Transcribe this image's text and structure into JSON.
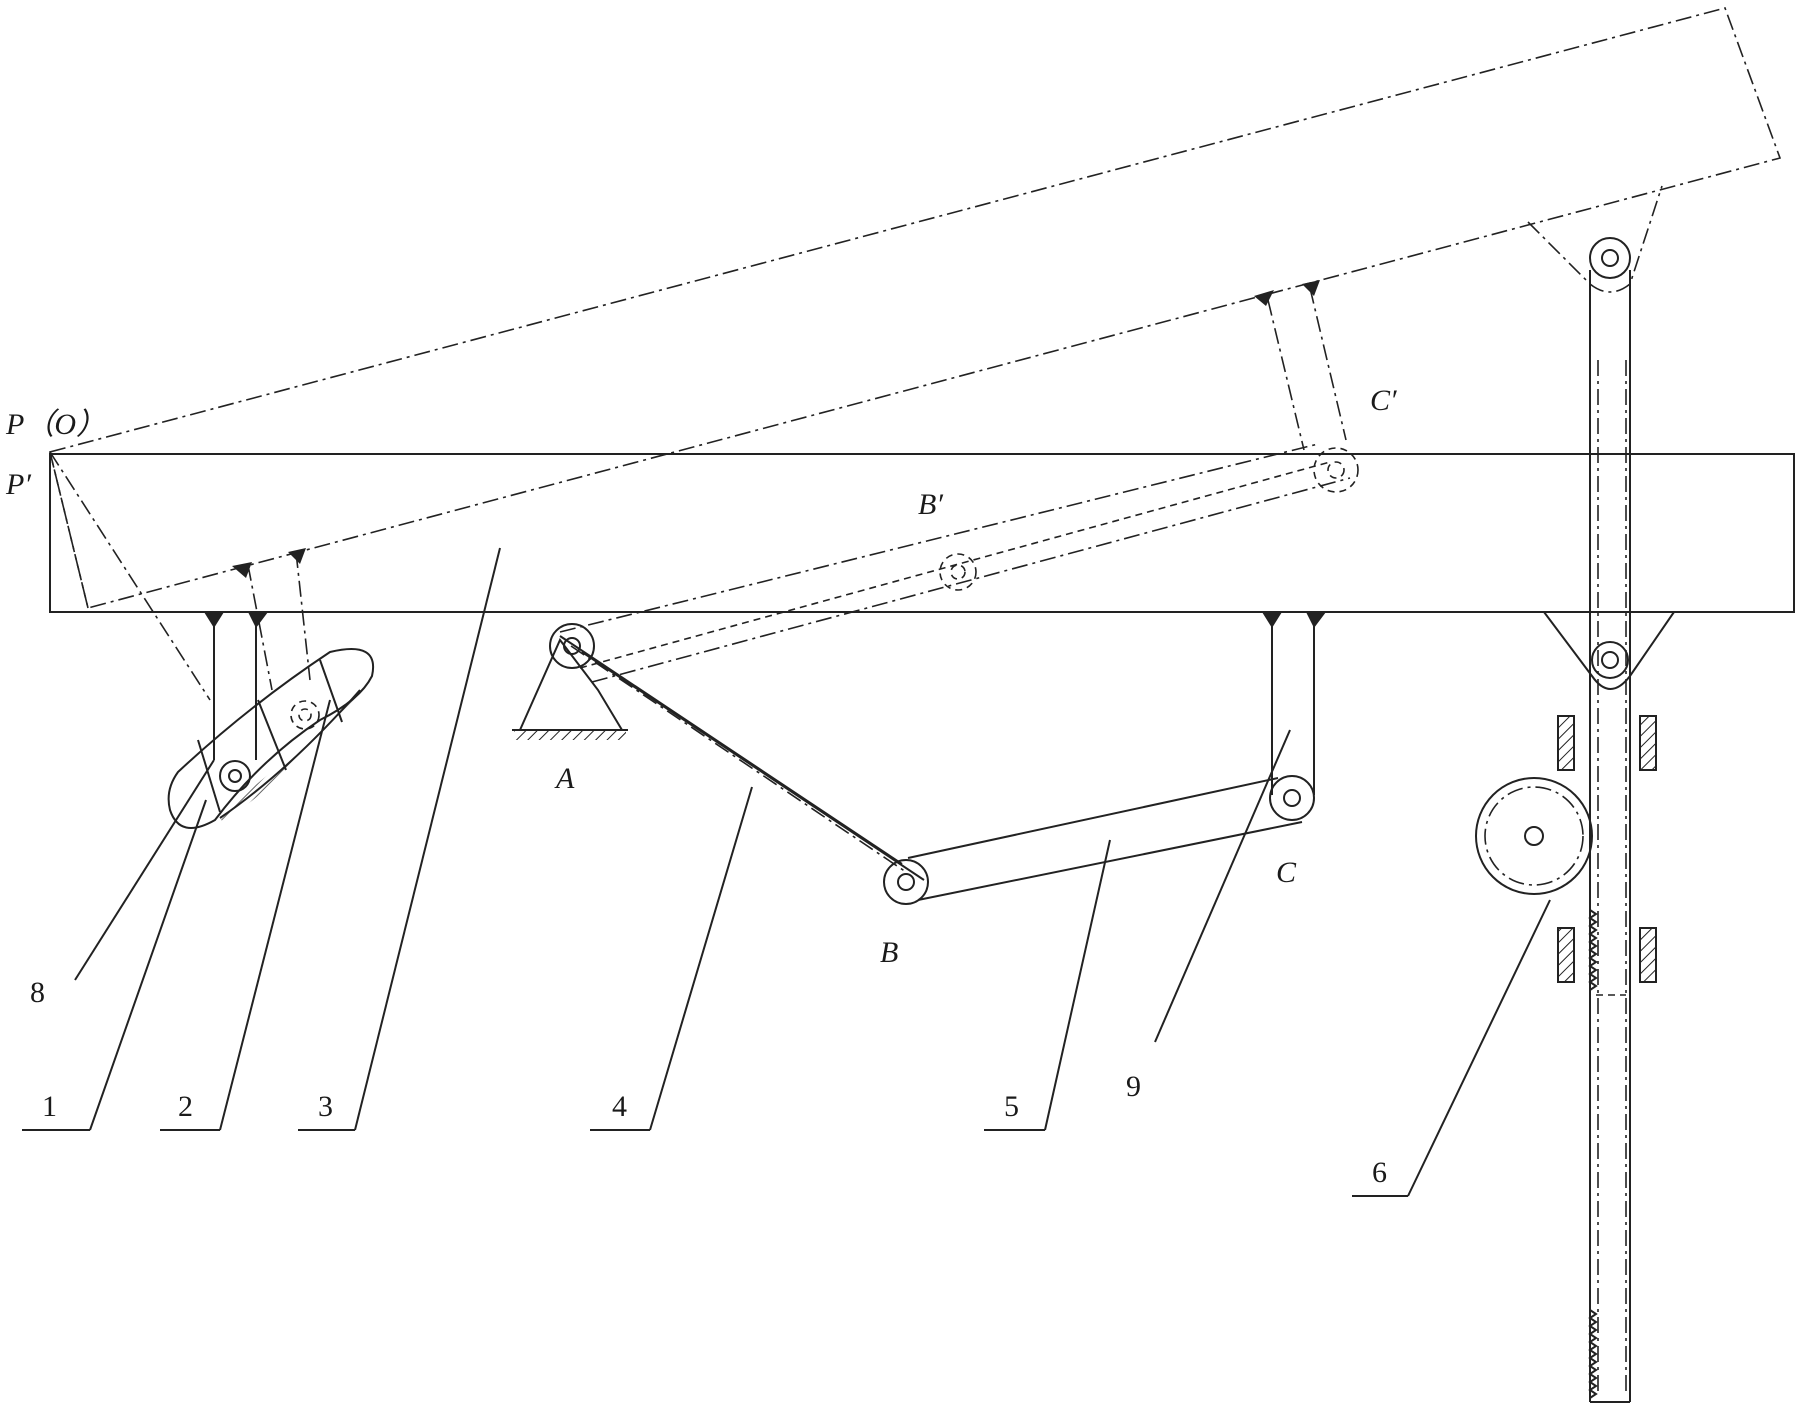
{
  "points": {
    "P_O": "P（O）",
    "P_prime": "P′",
    "A": "A",
    "B": "B",
    "C": "C",
    "B_prime": "B′",
    "C_prime": "C′"
  },
  "callouts": [
    "8",
    "1",
    "2",
    "3",
    "4",
    "5",
    "9",
    "6"
  ],
  "colors": {
    "ink": "#222222",
    "paper": "#ffffff"
  }
}
